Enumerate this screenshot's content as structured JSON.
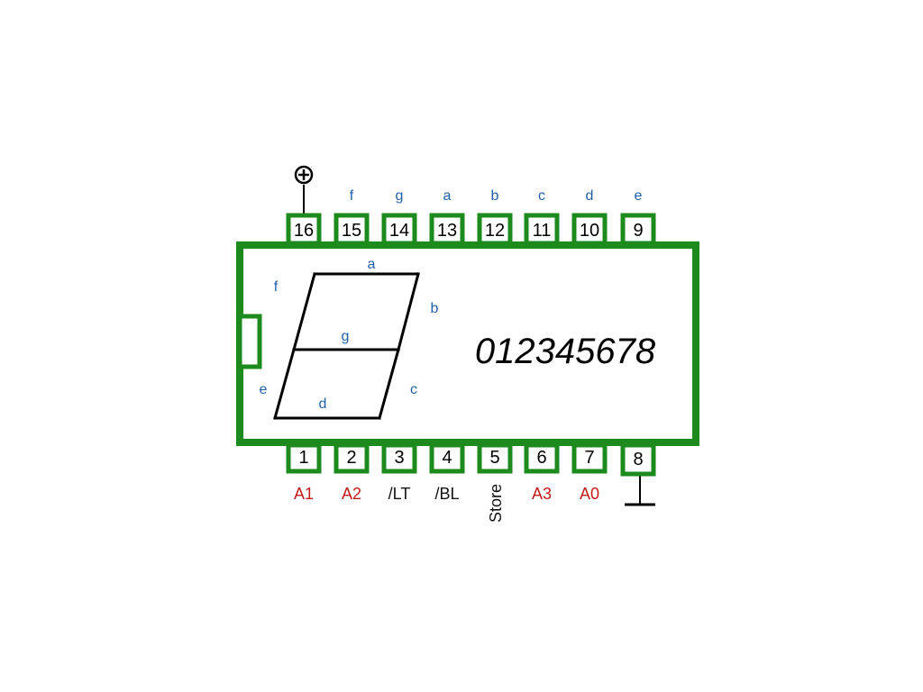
{
  "colors": {
    "package": "#1c8a1c",
    "segment_label": "#1f5fa8",
    "address_label": "#c41a1a",
    "other_label": "#111111",
    "segment_stroke": "#000000"
  },
  "top_pins": [
    {
      "num": "16",
      "label": "",
      "label_type": "power"
    },
    {
      "num": "15",
      "label": "f",
      "label_type": "segment"
    },
    {
      "num": "14",
      "label": "g",
      "label_type": "segment"
    },
    {
      "num": "13",
      "label": "a",
      "label_type": "segment"
    },
    {
      "num": "12",
      "label": "b",
      "label_type": "segment"
    },
    {
      "num": "11",
      "label": "c",
      "label_type": "segment"
    },
    {
      "num": "10",
      "label": "d",
      "label_type": "segment"
    },
    {
      "num": "9",
      "label": "e",
      "label_type": "segment"
    }
  ],
  "bottom_pins": [
    {
      "num": "1",
      "label": "A1",
      "label_type": "address"
    },
    {
      "num": "2",
      "label": "A2",
      "label_type": "address"
    },
    {
      "num": "3",
      "label": "/LT",
      "label_type": "other"
    },
    {
      "num": "4",
      "label": "/BL",
      "label_type": "other"
    },
    {
      "num": "5",
      "label": "Store",
      "label_type": "vertical"
    },
    {
      "num": "6",
      "label": "A3",
      "label_type": "address"
    },
    {
      "num": "7",
      "label": "A0",
      "label_type": "address"
    },
    {
      "num": "8",
      "label": "",
      "label_type": "ground"
    }
  ],
  "power_icon": "plus-circle-icon",
  "ground_icon": "ground-icon",
  "display": {
    "segments": {
      "a": "a",
      "b": "b",
      "c": "c",
      "d": "d",
      "e": "e",
      "f": "f",
      "g": "g"
    },
    "digits": "012345678"
  }
}
